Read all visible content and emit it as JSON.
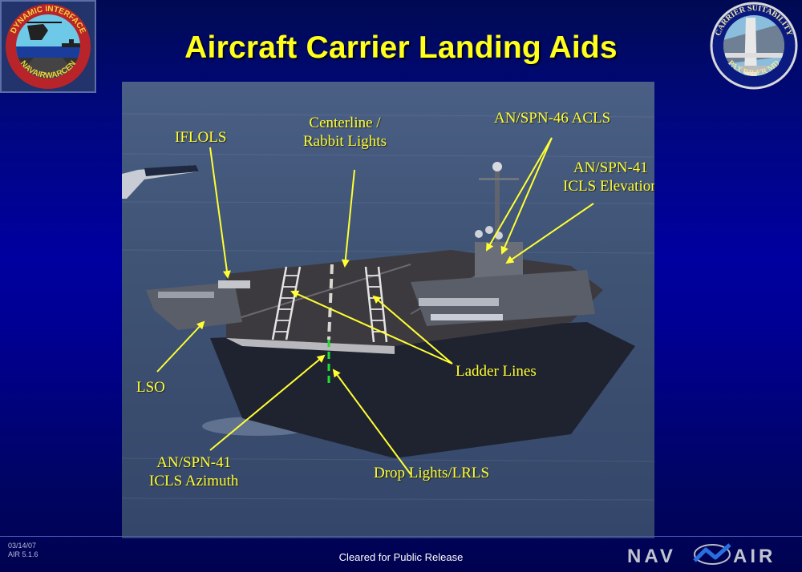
{
  "slide": {
    "title": "Aircraft Carrier Landing Aids",
    "background_top": "#000a52",
    "background_mid": "#0000a0",
    "title_color": "#ffff1a"
  },
  "logos": {
    "left": {
      "top_text": "DYNAMIC INTERFACE",
      "bottom_text": "NAVAIRWARCEN",
      "icon": "helicopter-over-carrier-emblem"
    },
    "right": {
      "top_text": "CARRIER SUITABILITY",
      "bottom_text": "PAX RIVER MD",
      "icon": "jet-over-carrier-emblem"
    }
  },
  "photo": {
    "subject": "aircraft-carrier-aerial-photo",
    "annotation_color": "#ffff33",
    "drop_lights_color": "#22dd33",
    "labels": {
      "iflols": "IFLOLS",
      "centerline_1": "Centerline /",
      "centerline_2": "Rabbit Lights",
      "spn46": "AN/SPN-46 ACLS",
      "spn41_elev_1": "AN/SPN-41",
      "spn41_elev_2": "ICLS Elevation",
      "lso": "LSO",
      "ladder_lines": "Ladder Lines",
      "spn41_az_1": "AN/SPN-41",
      "spn41_az_2": "ICLS Azimuth",
      "drop_lights": "Drop Lights/LRLS"
    }
  },
  "footer": {
    "date": "03/14/07",
    "code": "AIR 5.1.6",
    "release": "Cleared for Public Release",
    "brand_left": "NAV",
    "brand_right": "AIR"
  }
}
